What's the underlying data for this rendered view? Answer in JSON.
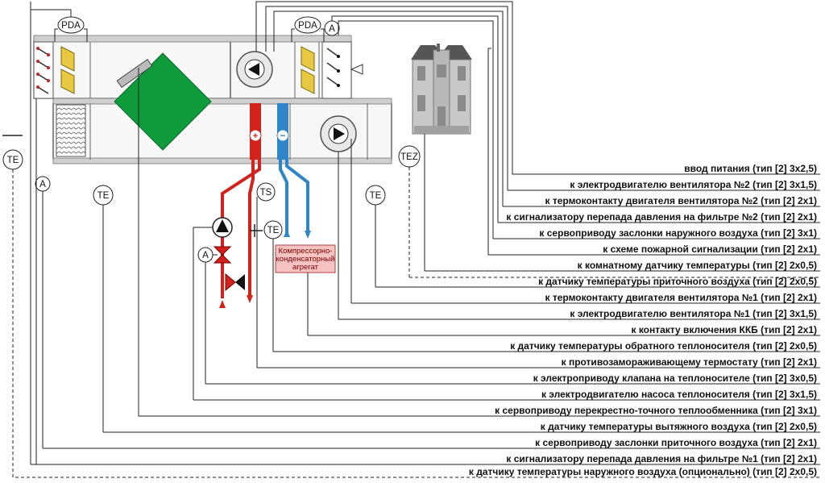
{
  "sensor_labels": {
    "pda_left": "PDA",
    "pda_right": "PDA",
    "te_outdoor": "TE",
    "a_left": "A",
    "a_top_right": "A",
    "te_exhaust": "TE",
    "ts": "TS",
    "te_return": "TE",
    "a_valve": "A",
    "te_supply": "TE",
    "tez": "TEZ"
  },
  "compressor_unit": {
    "line1": "Компрессорно-",
    "line2": "конденсаторный",
    "line3": "агрегат"
  },
  "cables": [
    "ввод питания (тип [2] 3х2,5)",
    "к электродвигателю вентилятора №2 (тип [2] 3х1,5)",
    "к термоконтакту двигателя вентилятора №2 (тип [2] 2х1)",
    "к сигнализатору перепада давления на фильтре №2 (тип [2] 2х1)",
    "к сервоприводу заслонки наружного воздуха (тип [2] 3х1)",
    "к схеме пожарной сигнализации (тип [2] 2х1)",
    "к комнатному датчику температуры (тип [2] 2х0,5)",
    "к датчику температуры приточного воздуха (тип [2] 2х0,5)",
    "к термоконтакту двигателя вентилятора №1 (тип [2] 2х1)",
    "к электродвигателю вентилятора №1 (тип [2] 3х1,5)",
    "к контакту включения ККБ (тип [2] 2х1)",
    "к датчику температуры обратного теплоносителя (тип [2] 2х0,5)",
    "к противозамораживающему термостату (тип [2] 2х1)",
    "к электроприводу клапана на теплоносителе (тип [2] 3х0,5)",
    "к электродвигателю насоса теплоносителя (тип [2] 3х1,5)",
    "к сервоприводу перекрестно-точного теплообменника (тип [2] 3х1)",
    "к датчику температуры вытяжного воздуха (тип [2] 2х0,5)",
    "к сервоприводу заслонки приточного воздуха (тип [2] 2х1)",
    "к сигнализатору перепада давления на фильтре №1 (тип [2] 2х1)",
    "к датчику температуры наружного воздуха (опционально) (тип [2] 2х0,5)"
  ],
  "colors": {
    "heat_exchanger": "#0f9a3c",
    "hot_pipe": "#d2221c",
    "cold_pipe": "#2e86c8",
    "filter": "#e8c840",
    "kkb_box": "#f6c2c2"
  }
}
